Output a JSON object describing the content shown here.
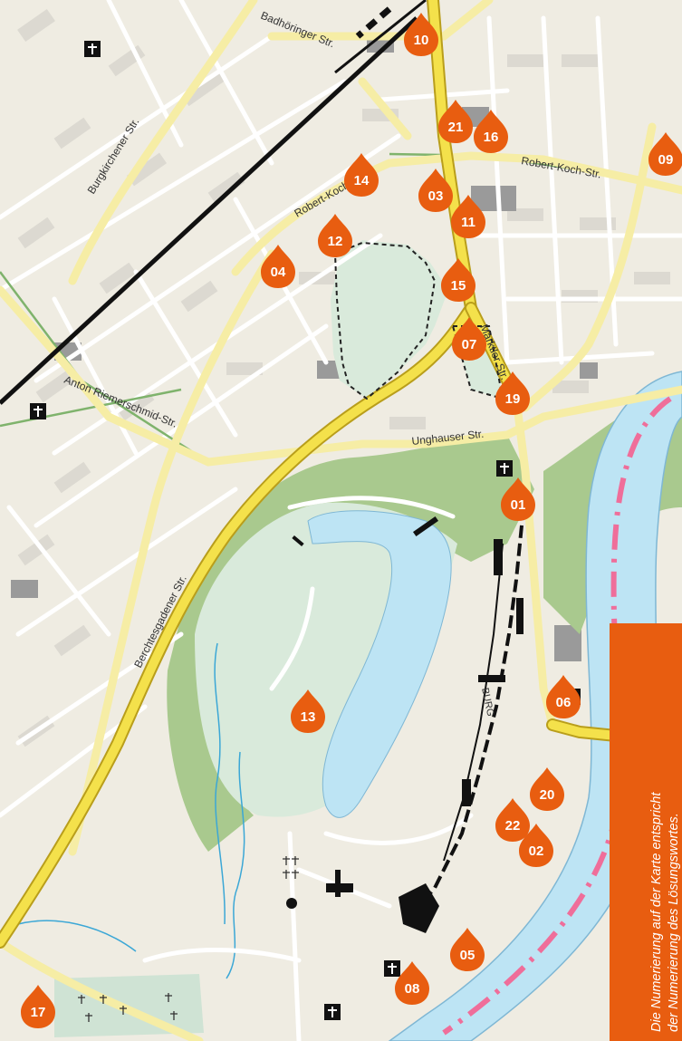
{
  "map": {
    "streets": {
      "badhoeringer": "Badhöringer Str.",
      "burgkirchener": "Burgkirchener Str.",
      "robert_koch_west": "Robert-Koch-",
      "robert_koch_east": "Robert-Koch-Str.",
      "marktler": "Marktler Str.",
      "unghauser": "Unghauser Str.",
      "anton_riemerschmid": "Anton Riemerschmid-Str.",
      "berchtesgadener": "Berchtesgadener Str.",
      "burg": "BURG"
    },
    "markers": [
      {
        "id": "10",
        "label": "10"
      },
      {
        "id": "21",
        "label": "21"
      },
      {
        "id": "16",
        "label": "16"
      },
      {
        "id": "09",
        "label": "09"
      },
      {
        "id": "14",
        "label": "14"
      },
      {
        "id": "03",
        "label": "03"
      },
      {
        "id": "11",
        "label": "11"
      },
      {
        "id": "12",
        "label": "12"
      },
      {
        "id": "04",
        "label": "04"
      },
      {
        "id": "15",
        "label": "15"
      },
      {
        "id": "07",
        "label": "07"
      },
      {
        "id": "19",
        "label": "19"
      },
      {
        "id": "01",
        "label": "01"
      },
      {
        "id": "13",
        "label": "13"
      },
      {
        "id": "06",
        "label": "06"
      },
      {
        "id": "20",
        "label": "20"
      },
      {
        "id": "22",
        "label": "22"
      },
      {
        "id": "02",
        "label": "02"
      },
      {
        "id": "05",
        "label": "05"
      },
      {
        "id": "08",
        "label": "08"
      },
      {
        "id": "17",
        "label": "17"
      }
    ],
    "colors": {
      "marker": "#e85d10",
      "main_road": "#f4e14b",
      "road": "#f6eda5",
      "water": "#bde4f4",
      "river_line": "#ef6e9a",
      "park": "#d9eadb",
      "forest": "#a9c98e",
      "background": "#efece2",
      "building": "#d8d6cf"
    }
  },
  "legend": {
    "line1": "Die Numerierung auf der Karte entspricht",
    "line2": "der Numerierung des Lösungswortes."
  }
}
